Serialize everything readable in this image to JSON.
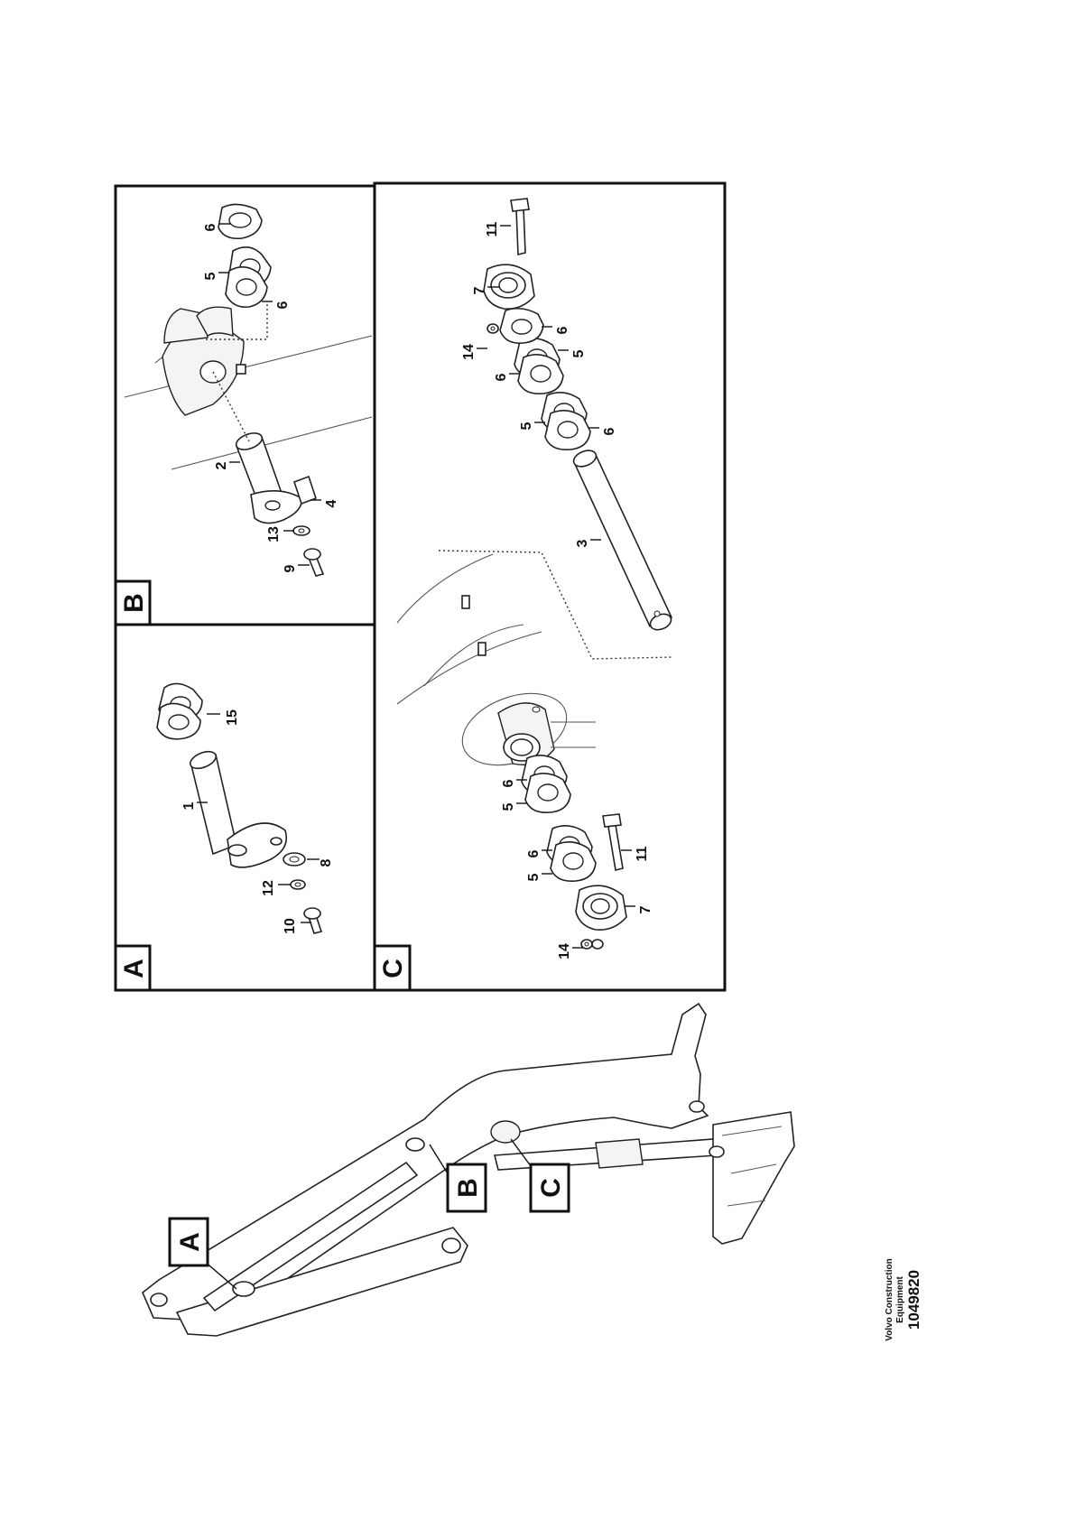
{
  "views": {
    "a": {
      "letter": "A",
      "callouts": [
        "1",
        "15",
        "12",
        "8",
        "10"
      ]
    },
    "b": {
      "letter": "B",
      "callouts": [
        "6",
        "5",
        "6",
        "2",
        "4",
        "13",
        "9"
      ]
    },
    "c": {
      "letter": "C",
      "callouts": [
        "11",
        "7",
        "14",
        "6",
        "5",
        "6",
        "5",
        "6",
        "3",
        "6",
        "5",
        "6",
        "5",
        "11",
        "14",
        "7"
      ]
    }
  },
  "overview_callouts": [
    "A",
    "B",
    "C"
  ],
  "brand": {
    "line1": "Volvo Construction",
    "line2": "Equipment"
  },
  "doc_number": "1049820"
}
